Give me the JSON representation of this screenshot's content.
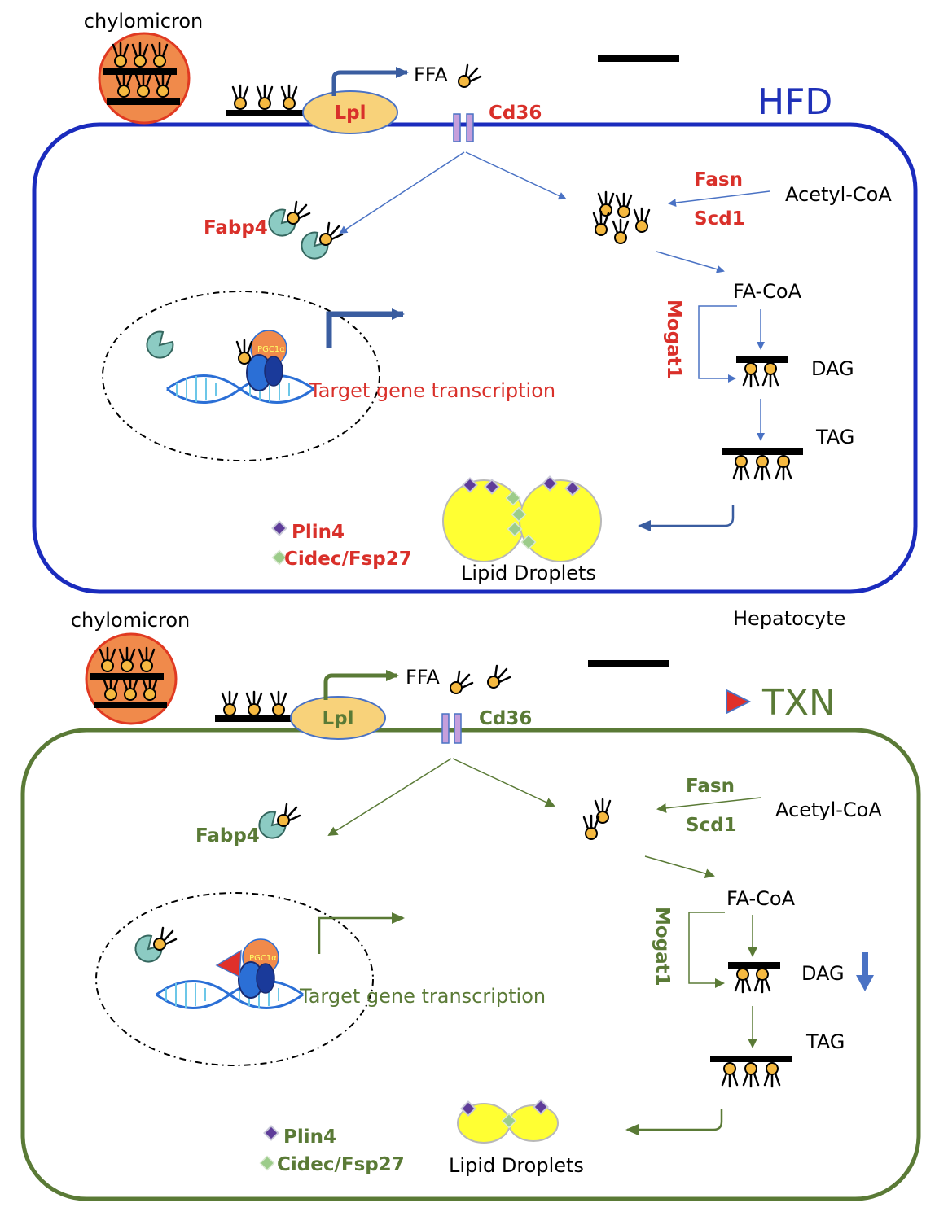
{
  "colors": {
    "hfd_membrane": "#1a2bbd",
    "txn_membrane": "#5a7a36",
    "hfd_label_red": "#d9302a",
    "txn_label_green": "#5a7a36",
    "arrow_blue": "#4a72c4",
    "chylomicron_fill": "#f08a4b",
    "lipid_droplet": "#ffff33",
    "lpl_fill": "#f8d27a",
    "fabp4_fill": "#8ccbc3",
    "plin4_marker": "#5e3c99",
    "cidec_marker": "#9ccc8a",
    "txn_triangle": "#e0302a"
  },
  "top_panel": {
    "chylomicron_label": "chylomicron",
    "condition_label": "HFD",
    "lpl_label": "Lpl",
    "ffa_label": "FFA",
    "cd36_label": "Cd36",
    "fabp4_label": "Fabp4",
    "fasn_label": "Fasn",
    "scd1_label": "Scd1",
    "acetyl_coa_label": "Acetyl-CoA",
    "fa_coa_label": "FA-CoA",
    "mogat1_label": "Mogat1",
    "dag_label": "DAG",
    "tag_label": "TAG",
    "pgc1a_label": "PGC1α",
    "target_gene_label": "Target gene transcription",
    "plin4_label": "Plin4",
    "cidec_label": "Cidec/Fsp27",
    "lipid_droplets_label": "Lipid Droplets",
    "cell_label": "Hepatocyte"
  },
  "bottom_panel": {
    "chylomicron_label": "chylomicron",
    "condition_label": "TXN",
    "lpl_label": "Lpl",
    "ffa_label": "FFA",
    "cd36_label": "Cd36",
    "fabp4_label": "Fabp4",
    "fasn_label": "Fasn",
    "scd1_label": "Scd1",
    "acetyl_coa_label": "Acetyl-CoA",
    "fa_coa_label": "FA-CoA",
    "mogat1_label": "Mogat1",
    "dag_label": "DAG",
    "tag_label": "TAG",
    "pgc1a_label": "PGC1α",
    "target_gene_label": "Target gene transcription",
    "plin4_label": "Plin4",
    "cidec_label": "Cidec/Fsp27",
    "lipid_droplets_label": "Lipid Droplets"
  }
}
